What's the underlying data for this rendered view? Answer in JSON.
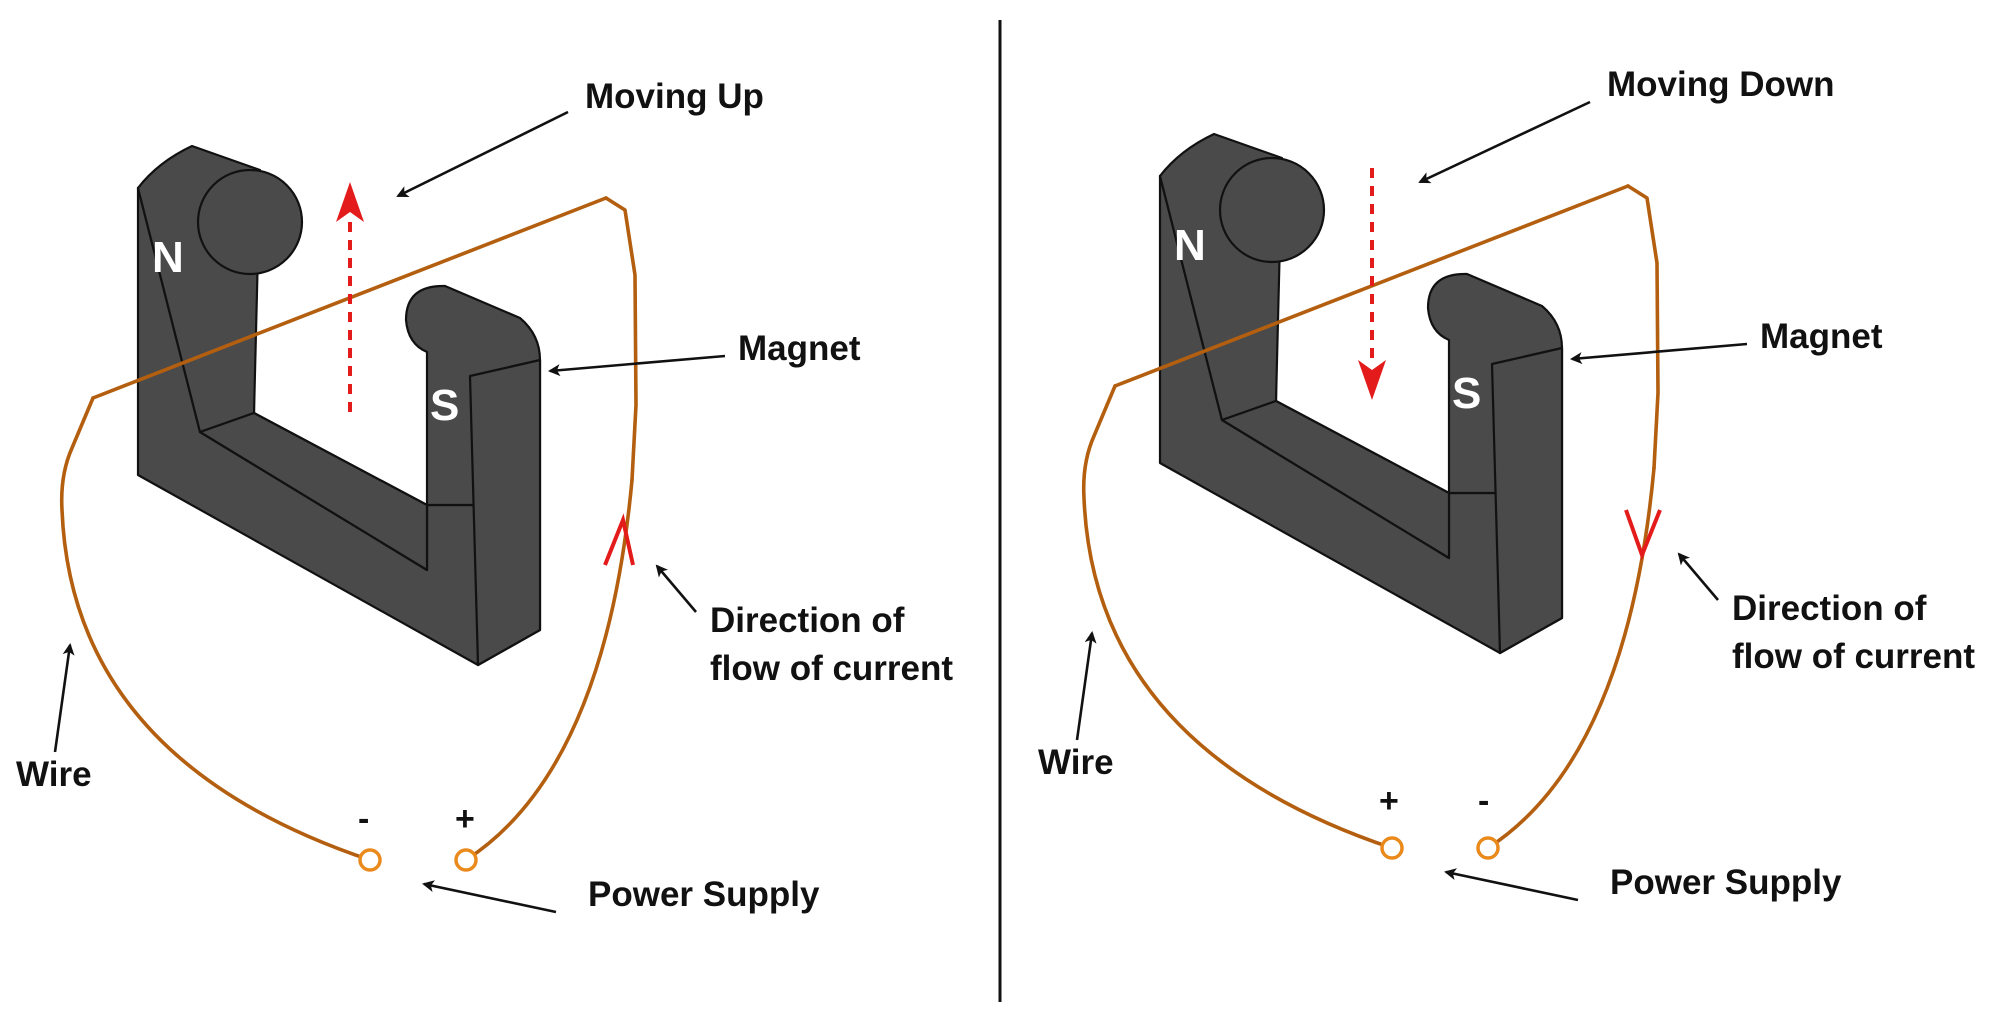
{
  "colors": {
    "magnet": "#4a4a4a",
    "wire": "#b35f0f",
    "terminal": "#ea8a1c",
    "motion_arrow": "#e31b1b",
    "text": "#111111"
  },
  "left_panel": {
    "motion_label": "Moving Up",
    "magnet_label": "Magnet",
    "north_label": "N",
    "south_label": "S",
    "current_label_line1": "Direction of",
    "current_label_line2": "flow of current",
    "wire_label": "Wire",
    "supply_label": "Power Supply",
    "left_terminal_sign": "-",
    "right_terminal_sign": "+"
  },
  "right_panel": {
    "motion_label": "Moving Down",
    "magnet_label": "Magnet",
    "north_label": "N",
    "south_label": "S",
    "current_label_line1": "Direction of",
    "current_label_line2": "flow of current",
    "wire_label": "Wire",
    "supply_label": "Power Supply",
    "left_terminal_sign": "+",
    "right_terminal_sign": "-"
  }
}
